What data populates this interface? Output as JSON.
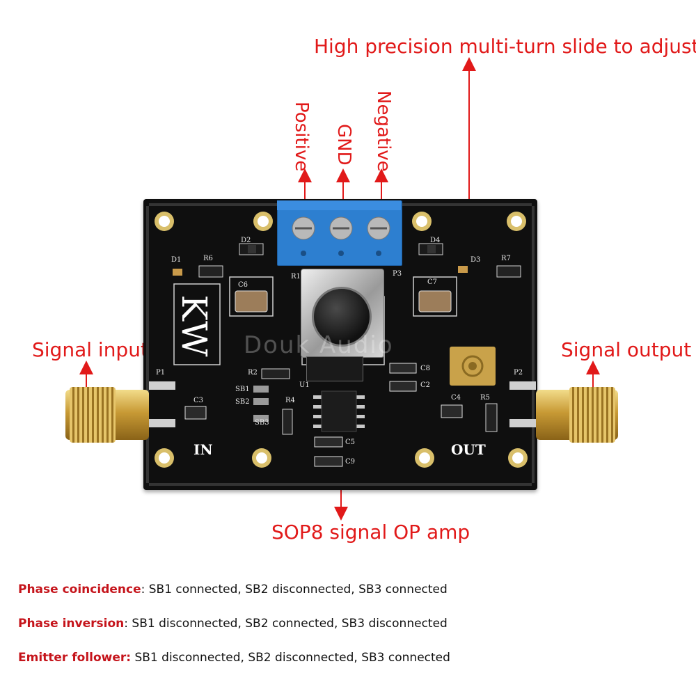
{
  "callouts": {
    "potentiometer": "High precision multi-turn slide to adjust",
    "positive": "Positive",
    "gnd": "GND",
    "negative": "Negative",
    "signal_input": "Signal input",
    "signal_output": "Signal output",
    "op_amp": "SOP8 signal OP amp"
  },
  "board": {
    "logo": "KW",
    "in_label": "IN",
    "out_label": "OUT",
    "watermark": "Douk Audio",
    "silkscreen": {
      "d1": "D1",
      "r6": "R6",
      "d2": "D2",
      "c6": "C6",
      "r1": "R1",
      "p3": "P3",
      "d4": "D4",
      "d3": "D3",
      "r7": "R7",
      "c7": "C7",
      "p1": "P1",
      "r2": "R2",
      "sb1": "SB1",
      "sb2": "SB2",
      "sb3": "SB3",
      "c3": "C3",
      "r4": "R4",
      "u1": "U1",
      "c8": "C8",
      "c2": "C2",
      "c5": "C5",
      "c9": "C9",
      "c4": "C4",
      "r5": "R5",
      "p2": "P2"
    }
  },
  "notes": [
    {
      "term": "Phase coincidence",
      "desc": ": SB1 connected, SB2 disconnected, SB3 connected"
    },
    {
      "term": "Phase inversion",
      "desc": ": SB1 disconnected, SB2 connected, SB3 disconnected"
    },
    {
      "term": "Emitter follower:",
      "desc": " SB1 disconnected, SB2 disconnected, SB3 connected"
    }
  ],
  "colors": {
    "annotation": "#e11919",
    "pcb": "#0f0f0f",
    "terminal_block": "#2d7fd0",
    "gold": "#c9a24a",
    "note_term": "#c5141b"
  }
}
